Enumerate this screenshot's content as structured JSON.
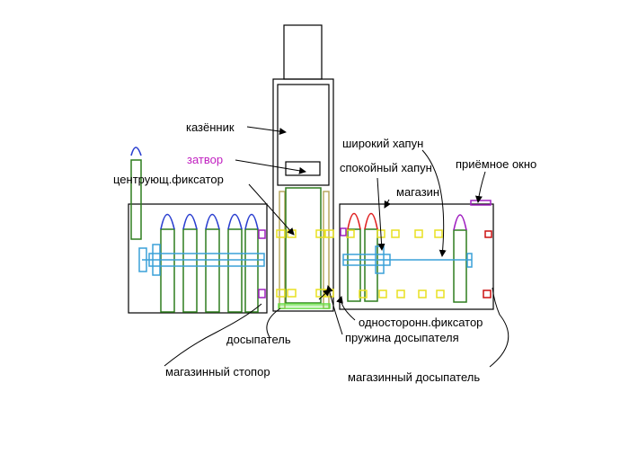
{
  "labels": {
    "kazennik": "казённик",
    "zatvor": "затвор",
    "centr_fiksator": "центрующ.фиксатор",
    "shirokiy_hapun": "широкий хапун",
    "spokoyny_hapun": "спокойный хапун",
    "priemnoe_okno": "приёмное окно",
    "magazin": "магазин",
    "odnostor_fiksator": "односторонн.фиксатор",
    "dosypatel": "досыпатель",
    "pruzhina_dosypatelya": "пружина досыпателя",
    "magazinny_stopor": "магазинный стопор",
    "magazinny_dosypatel": "магазинный досыпатель"
  },
  "colors": {
    "outline": "#000000",
    "cartridge": "#2e7d1e",
    "tip": "#2b3fd0",
    "tip_red": "#e02020",
    "rod": "#3aa0d8",
    "stopper": "#e8e020",
    "spring": "#b8a860",
    "green_light": "#66dd44",
    "magenta": "#a020c0",
    "red": "#cc1010",
    "label_magenta": "#c020c0"
  }
}
